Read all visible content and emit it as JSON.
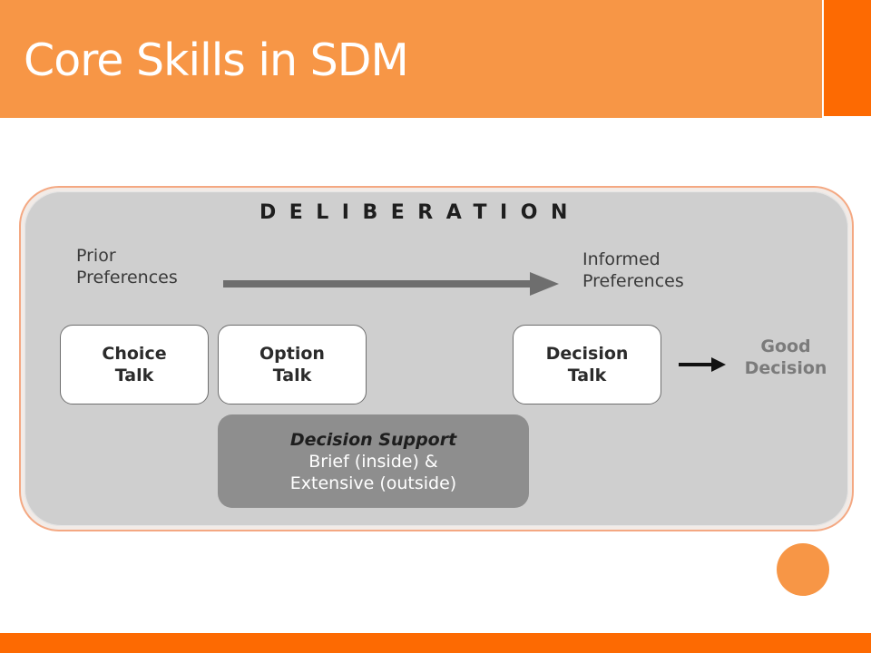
{
  "slide": {
    "title": "Core Skills in SDM"
  },
  "diagram": {
    "heading": "DELIBERATION",
    "prior_preferences": [
      "Prior",
      "Preferences"
    ],
    "informed_preferences": [
      "Informed",
      "Preferences"
    ],
    "talks": {
      "choice": [
        "Choice",
        "Talk"
      ],
      "option": [
        "Option",
        "Talk"
      ],
      "decision": [
        "Decision",
        "Talk"
      ]
    },
    "outcome": [
      "Good",
      "Decision"
    ],
    "support": {
      "title": "Decision Support",
      "lines": [
        "Brief (inside) &",
        "Extensive (outside)"
      ]
    }
  },
  "colors": {
    "header": "#f79646",
    "accent": "#fd6a02",
    "panel": "#cfcfcf",
    "support_box": "#8e8e8e"
  }
}
